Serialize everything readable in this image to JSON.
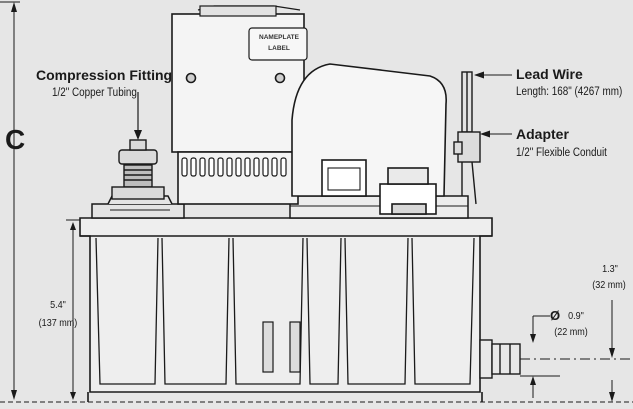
{
  "labels": {
    "compression_fitting": {
      "title": "Compression Fitting",
      "sub": "1/2\" Copper Tubing"
    },
    "lead_wire": {
      "title": "Lead Wire",
      "sub": "Length: 168\" (4267 mm)"
    },
    "adapter": {
      "title": "Adapter",
      "sub": "1/2\" Flexible Conduit"
    }
  },
  "dimensions": {
    "overall_height_symbol": "C",
    "tank_height": {
      "inch": "5.4\"",
      "mm": "(137 mm)"
    },
    "outlet_offset": {
      "inch": "1.3\"",
      "mm": "(32 mm)"
    },
    "outlet_diameter": {
      "symbol": "Ø",
      "inch": "0.9\"",
      "mm": "(22 mm)"
    }
  },
  "nameplate": {
    "line1": "NAMEPLATE",
    "line2": "LABEL"
  },
  "colors": {
    "background": "#e6e6e6",
    "line": "#1a1a1a",
    "tank": "#eeeeee",
    "pump": "#f4f4f4"
  }
}
